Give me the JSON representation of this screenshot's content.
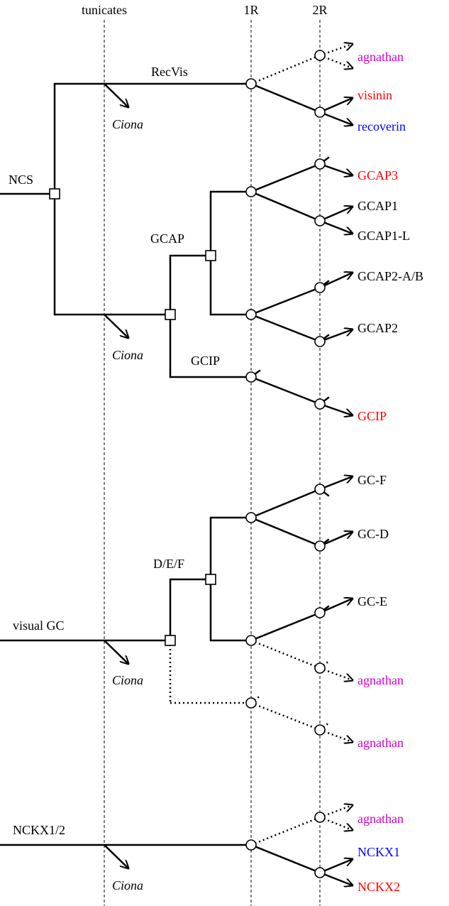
{
  "headers": {
    "tunicates": "tunicates",
    "r1": "1R",
    "r2": "2R"
  },
  "panels": {
    "ncs": {
      "root_label": "NCS",
      "recvis_label": "RecVis",
      "gcap_label": "GCAP",
      "gcip_label": "GCIP",
      "ciona": "Ciona"
    },
    "vgc": {
      "root_label": "visual GC",
      "def_label": "D/E/F",
      "ciona": "Ciona"
    },
    "nckx": {
      "root_label": "NCKX1/2",
      "ciona": "Ciona"
    }
  },
  "leaves": [
    {
      "label": "agnathan",
      "color": "#cc00cc"
    },
    {
      "label": "visinin",
      "color": "#ff0000"
    },
    {
      "label": "recoverin",
      "color": "#0000ff"
    },
    {
      "label": "GCAP3",
      "color": "#ff0000"
    },
    {
      "label": "GCAP1",
      "color": "#000000"
    },
    {
      "label": "GCAP1-L",
      "color": "#000000"
    },
    {
      "label": "GCAP2-A/B",
      "color": "#000000"
    },
    {
      "label": "GCAP2",
      "color": "#000000"
    },
    {
      "label": "GCIP",
      "color": "#ff0000"
    },
    {
      "label": "GC-F",
      "color": "#000000"
    },
    {
      "label": "GC-D",
      "color": "#000000"
    },
    {
      "label": "GC-E",
      "color": "#000000"
    },
    {
      "label": "agnathan",
      "color": "#cc00cc"
    },
    {
      "label": "agnathan",
      "color": "#cc00cc"
    },
    {
      "label": "agnathan",
      "color": "#cc00cc"
    },
    {
      "label": "NCKX1",
      "color": "#0000ff"
    },
    {
      "label": "NCKX2",
      "color": "#ff0000"
    }
  ],
  "colors": {
    "line": "#000000",
    "magenta": "#cc00cc",
    "red": "#ff0000",
    "blue": "#0000ff"
  }
}
